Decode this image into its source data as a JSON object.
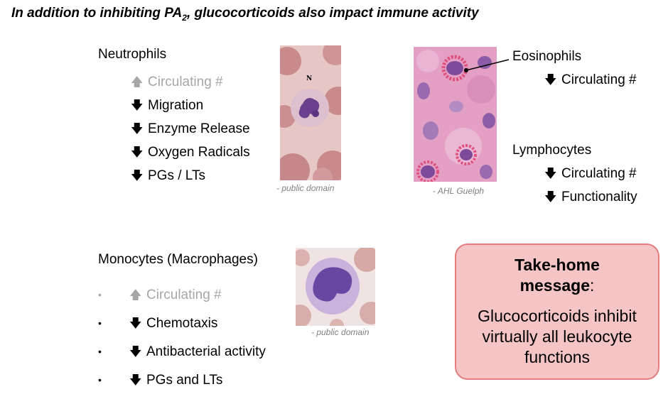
{
  "title": {
    "pre": "In addition to inhibiting PA",
    "sub": "2",
    "post": ", glucocorticoids also impact immune activity"
  },
  "neutrophils": {
    "heading": "Neutrophils",
    "items": [
      {
        "arrow": "🡅",
        "label": "Circulating #",
        "muted": true
      },
      {
        "arrow": "🡇",
        "label": "Migration"
      },
      {
        "arrow": "🡇",
        "label": "Enzyme Release"
      },
      {
        "arrow": "🡇",
        "label": "Oxygen Radicals"
      },
      {
        "arrow": "🡇",
        "label": "PGs / LTs"
      }
    ],
    "image_letter": "N",
    "caption": "- public domain"
  },
  "eosinophils": {
    "heading": "Eosinophils",
    "items": [
      {
        "arrow": "🡇",
        "label": "Circulating #"
      }
    ],
    "caption": "- AHL Guelph"
  },
  "lymphocytes": {
    "heading": "Lymphocytes",
    "items": [
      {
        "arrow": "🡇",
        "label": "Circulating #"
      },
      {
        "arrow": "🡇",
        "label": "Functionality"
      }
    ]
  },
  "monocytes": {
    "heading": "Monocytes (Macrophages)",
    "items": [
      {
        "bullet": "•",
        "arrow": "🡅",
        "label": "Circulating #",
        "muted": true
      },
      {
        "bullet": "•",
        "arrow": "🡇",
        "label": "Chemotaxis"
      },
      {
        "bullet": "•",
        "arrow": "🡇",
        "label": "Antibacterial activity"
      },
      {
        "bullet": "•",
        "arrow": "🡇",
        "label": "PGs and LTs"
      }
    ],
    "caption": "- public domain"
  },
  "takehome": {
    "heading_bold": "Take-home",
    "heading_bold2": "message",
    "colon": ":",
    "body_lines": [
      "Glucocorticoids inhibit",
      "virtually all leukocyte",
      "functions"
    ]
  },
  "colors": {
    "muted_text": "#a6a6a6",
    "takehome_bg": "#f5c4c5",
    "takehome_border": "#e47c7e",
    "caption": "#808080"
  }
}
